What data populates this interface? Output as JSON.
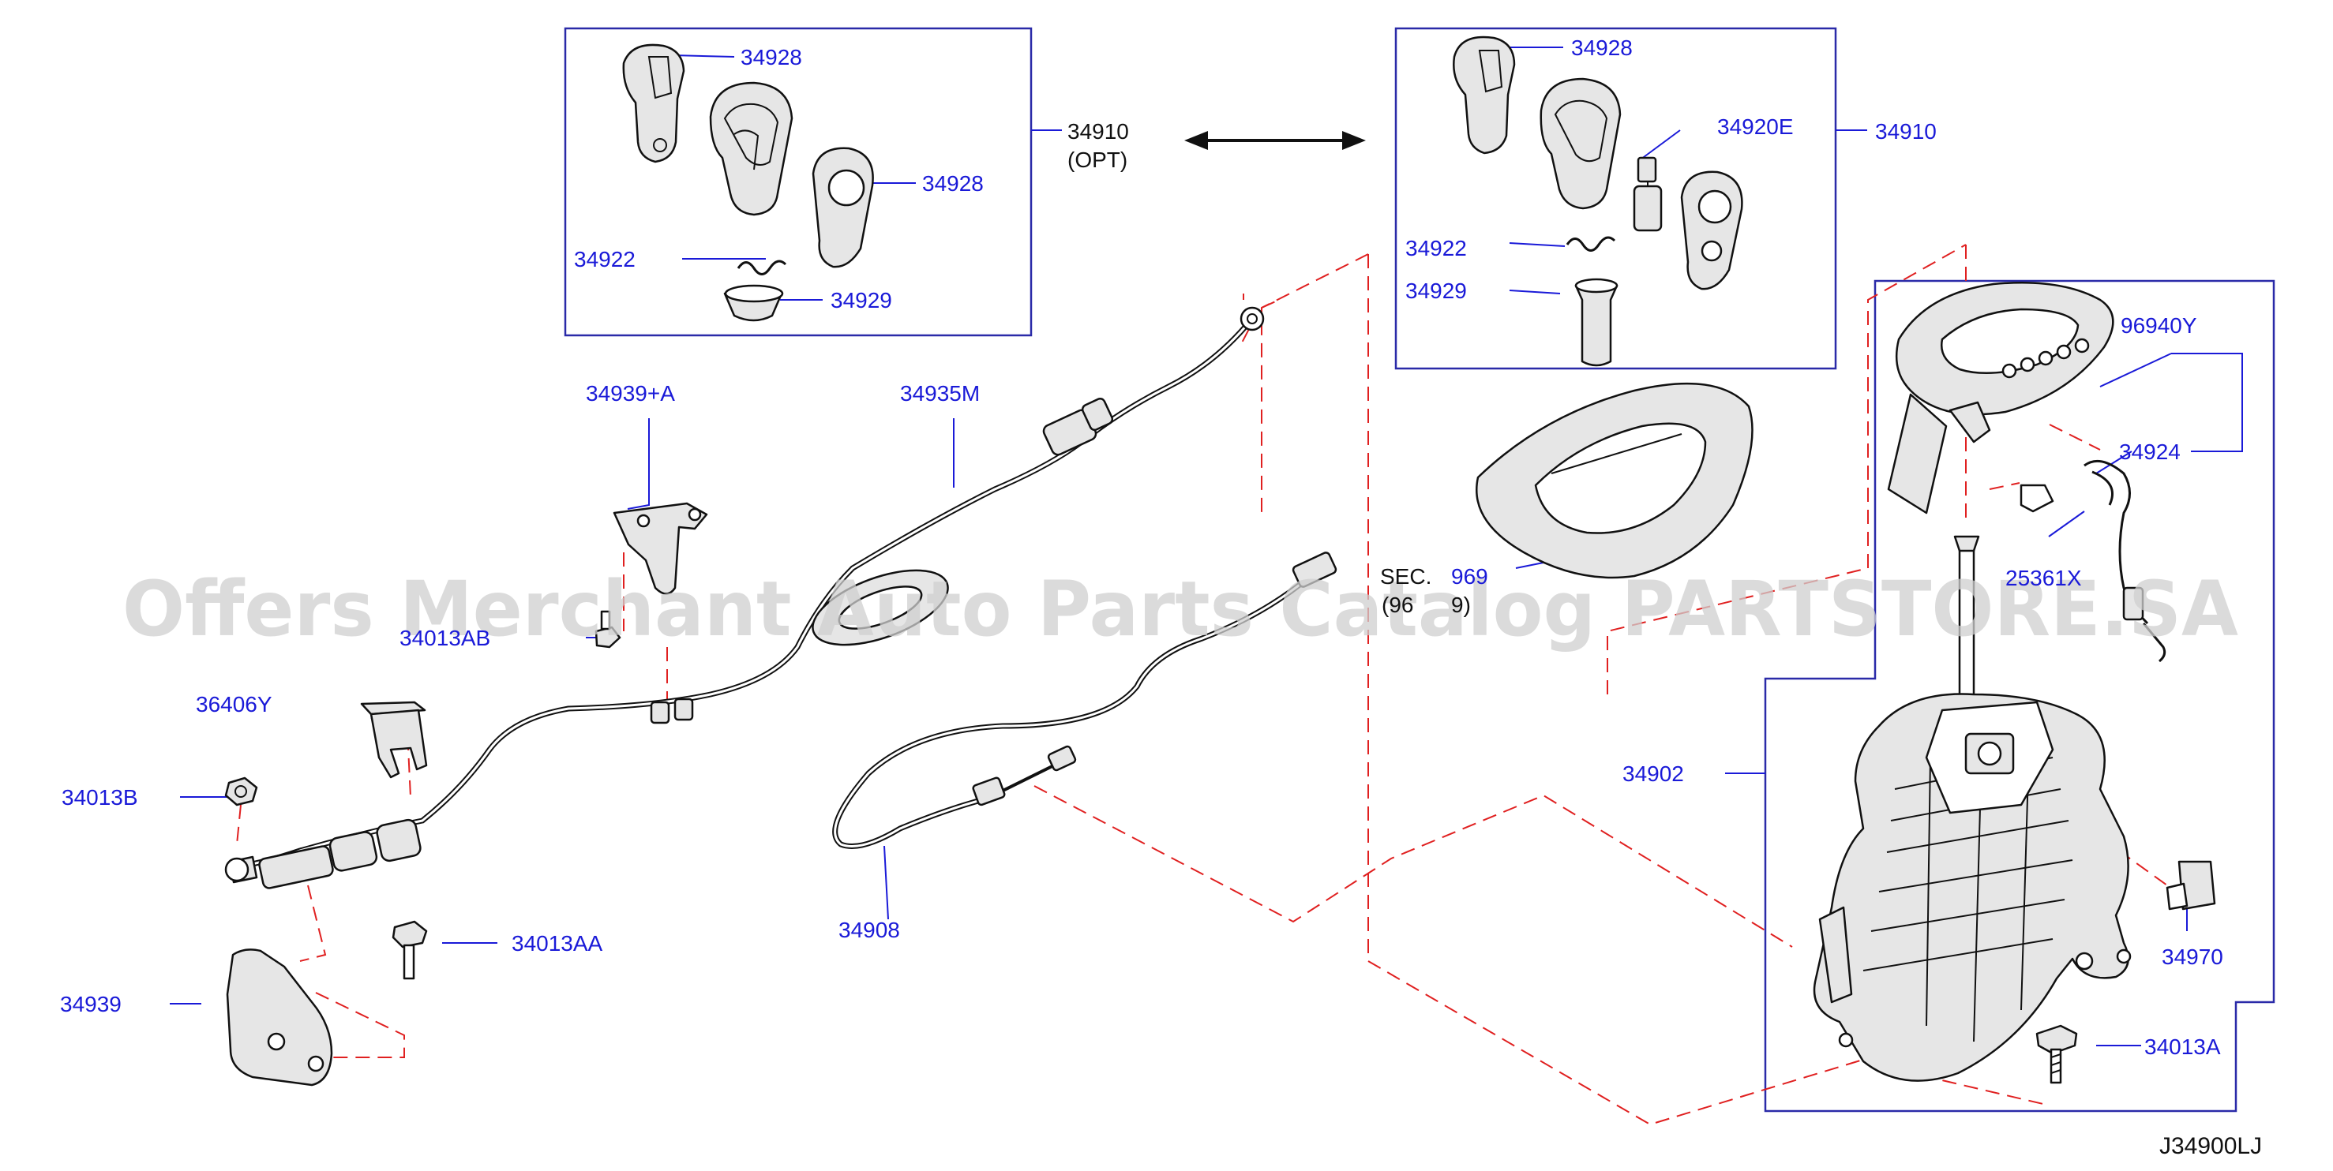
{
  "diagram_code": "J34900LJ",
  "watermark": "Offers Merchant Auto Parts Catalog PARTSTORE.SA",
  "colors": {
    "label_blue": "#1a1ad8",
    "box_blue": "#2a2aa8",
    "dashed_red": "#e02020",
    "watermark_gray": "#cfcfcf"
  },
  "left_knob_set": {
    "assembly_part": "34910",
    "assembly_note": "(OPT)",
    "parts": [
      "34928",
      "34928",
      "34922",
      "34929"
    ]
  },
  "right_knob_set": {
    "assembly_part": "34910",
    "parts": [
      "34928",
      "34920E",
      "34922",
      "34929"
    ]
  },
  "callouts": {
    "c34939a": "34939+A",
    "c34935m": "34935M",
    "c34013ab": "34013AB",
    "c36406y": "36406Y",
    "c34013b": "34013B",
    "c34013aa": "34013AA",
    "c34939": "34939",
    "c34908": "34908",
    "c96940y": "96940Y",
    "c34924": "34924",
    "c25361x": "25361X",
    "c34902": "34902",
    "c34970": "34970",
    "c34013a": "34013A",
    "sec_line1": "SEC.",
    "sec_number": "969",
    "sec_line2": "(96",
    "sec_line2_suffix": "9)"
  }
}
